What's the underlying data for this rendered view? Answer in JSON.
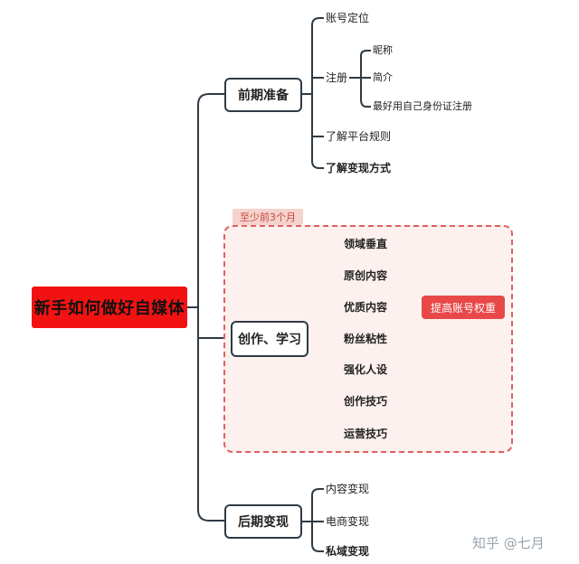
{
  "root": {
    "label": "新手如何做好自媒体"
  },
  "branches": [
    {
      "label": "前期准备",
      "children": [
        {
          "label": "账号定位"
        },
        {
          "label": "注册",
          "children": [
            "昵称",
            "简介",
            "最好用自己身份证注册"
          ]
        },
        {
          "label": "了解平台规则"
        },
        {
          "label": "了解变现方式"
        }
      ]
    },
    {
      "label": "创作、学习",
      "tag": "至少前3个月",
      "children": [
        "领域垂直",
        "原创内容",
        "优质内容",
        "粉丝粘性",
        "强化人设",
        "创作技巧",
        "运营技巧"
      ],
      "summary": "提高账号权重"
    },
    {
      "label": "后期变现",
      "children": [
        "内容变现",
        "电商变现",
        "私域变现"
      ]
    }
  ],
  "watermark": "知乎 @七月",
  "colors": {
    "root": "#f31212",
    "line": "#2f3a45",
    "accent": "#e94848",
    "dashed_bg": "#fcf1ee"
  }
}
